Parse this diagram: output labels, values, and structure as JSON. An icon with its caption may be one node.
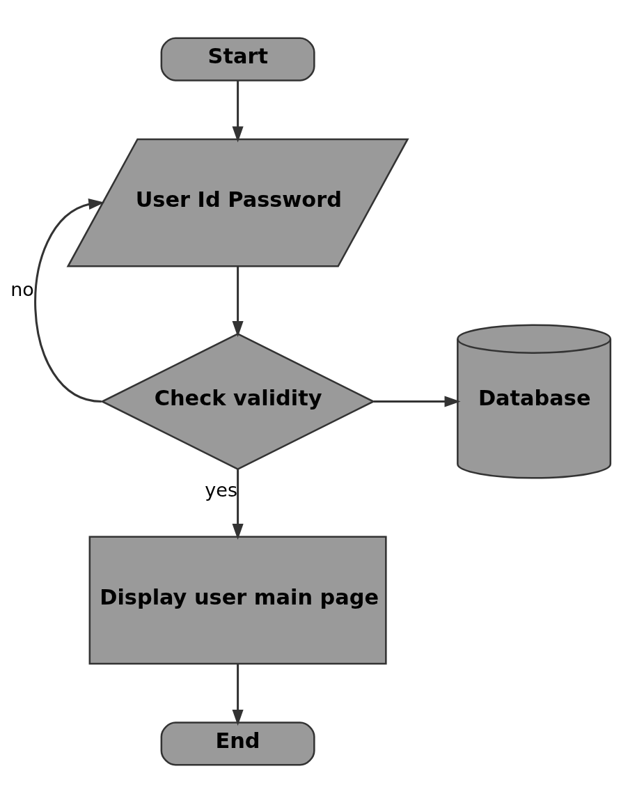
{
  "diagram": {
    "nodes": [
      {
        "text": [
          "Start"
        ]
      },
      {
        "text": [
          "User Id Password"
        ]
      },
      {
        "text": [
          "Check validity"
        ]
      },
      {
        "text": [
          "Database"
        ]
      },
      {
        "text": [
          "Display user main page"
        ]
      },
      {
        "text": [
          "End"
        ]
      }
    ],
    "edges": [
      {
        "from": 0,
        "to": 1,
        "arrow": "to"
      },
      {
        "from": 2,
        "to": 1,
        "arrow": "to",
        "label": "no"
      },
      {
        "from": 1,
        "to": 2,
        "arrow": "to"
      },
      {
        "from": 2,
        "to": 3,
        "arrow": "to"
      },
      {
        "from": 2,
        "to": 4,
        "arrow": "to",
        "label": "yes"
      },
      {
        "from": 4,
        "to": 5,
        "arrow": "to"
      }
    ]
  }
}
